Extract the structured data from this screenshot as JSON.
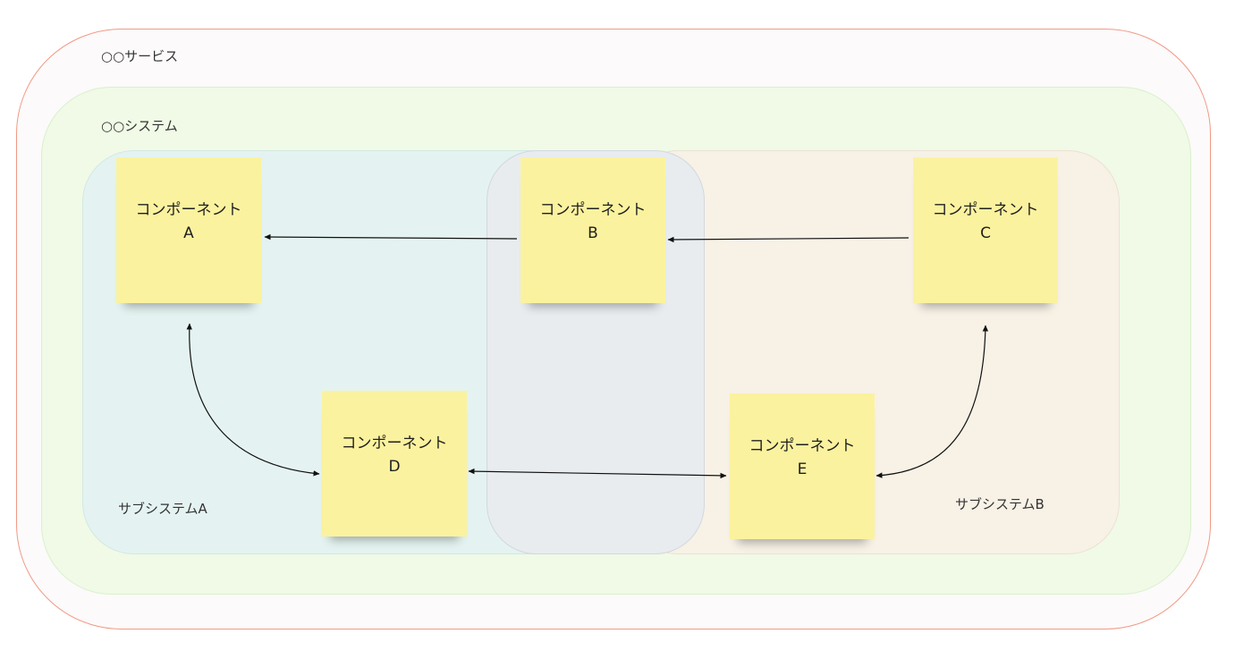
{
  "service": {
    "label": "○○サービス"
  },
  "system": {
    "label": "○○システム"
  },
  "subsystems": [
    {
      "id": "A",
      "label": "サブシステムA"
    },
    {
      "id": "B",
      "label": "サブシステムB"
    }
  ],
  "components": [
    {
      "id": "A",
      "line1": "コンポーネント",
      "line2": "A"
    },
    {
      "id": "B",
      "line1": "コンポーネント",
      "line2": "B"
    },
    {
      "id": "C",
      "line1": "コンポーネント",
      "line2": "C"
    },
    {
      "id": "D",
      "line1": "コンポーネント",
      "line2": "D"
    },
    {
      "id": "E",
      "line1": "コンポーネント",
      "line2": "E"
    }
  ],
  "connections": [
    {
      "from": "B",
      "to": "A",
      "arrow": "end"
    },
    {
      "from": "C",
      "to": "B",
      "arrow": "end"
    },
    {
      "from": "A",
      "to": "D",
      "arrow": "both"
    },
    {
      "from": "D",
      "to": "E",
      "arrow": "both"
    },
    {
      "from": "C",
      "to": "E",
      "arrow": "both"
    }
  ],
  "colors": {
    "service_border": "#f19a86",
    "system_fill": "#f0fae6",
    "subsystem_a_fill": "#e4f3f1",
    "subsystem_b_fill": "#f7f1e6",
    "shared_fill": "#e8ecef",
    "sticky_note": "#fbf29f"
  }
}
